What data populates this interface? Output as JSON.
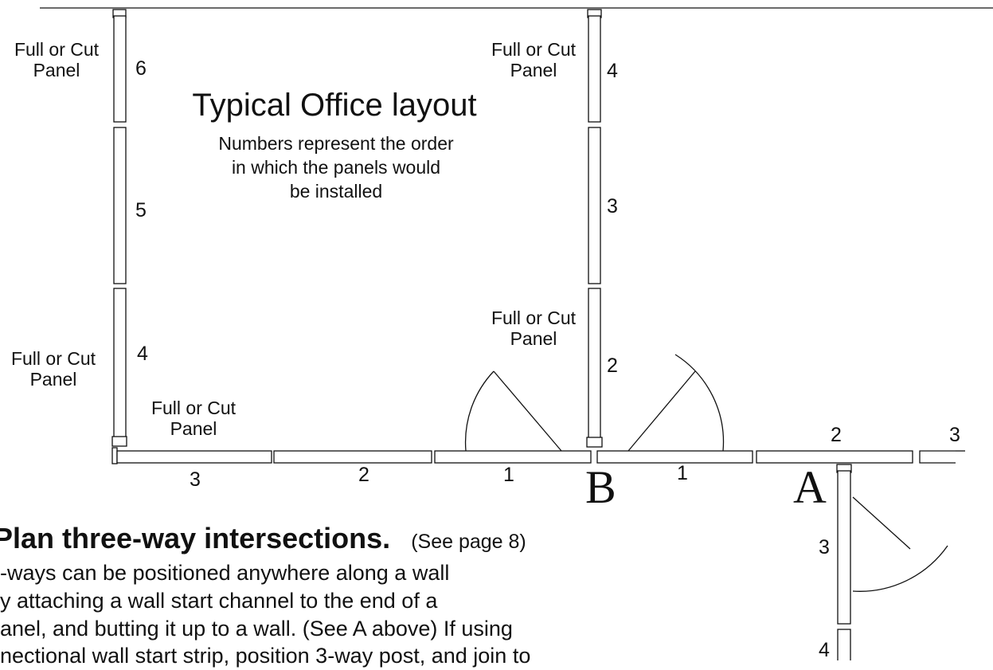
{
  "diagram": {
    "title": "Typical Office layout",
    "subtitle_lines": [
      "Numbers represent the order",
      "in which the panels would",
      "be installed"
    ],
    "panel_label_line1": "Full or Cut",
    "panel_label_line2": "Panel",
    "panel_numbers": {
      "left_wall_top": "6",
      "left_wall_mid": "5",
      "left_wall_bottom": "4",
      "mid_wall_top": "4",
      "mid_wall_mid": "3",
      "mid_wall_bottom": "2",
      "bottom_left_1": "3",
      "bottom_left_2": "2",
      "bottom_left_3": "1",
      "bottom_right_1": "1",
      "bottom_right_2": "2",
      "bottom_right_3": "3",
      "branch_1": "3",
      "branch_2": "4"
    },
    "marker_a": "A",
    "marker_b": "B"
  },
  "text": {
    "heading": "Plan three-way intersections.",
    "page_ref": "(See page 8)",
    "body_lines": [
      "-ways can be positioned anywhere along a wall",
      "y attaching a wall start channel to the end of a",
      "anel, and butting it up to a wall. (See A above)  If using",
      "nectional wall start strip, position 3-way post, and join to"
    ]
  },
  "colors": {
    "line": "#111111",
    "panel_fill": "#ffffff",
    "background": "#ffffff"
  }
}
